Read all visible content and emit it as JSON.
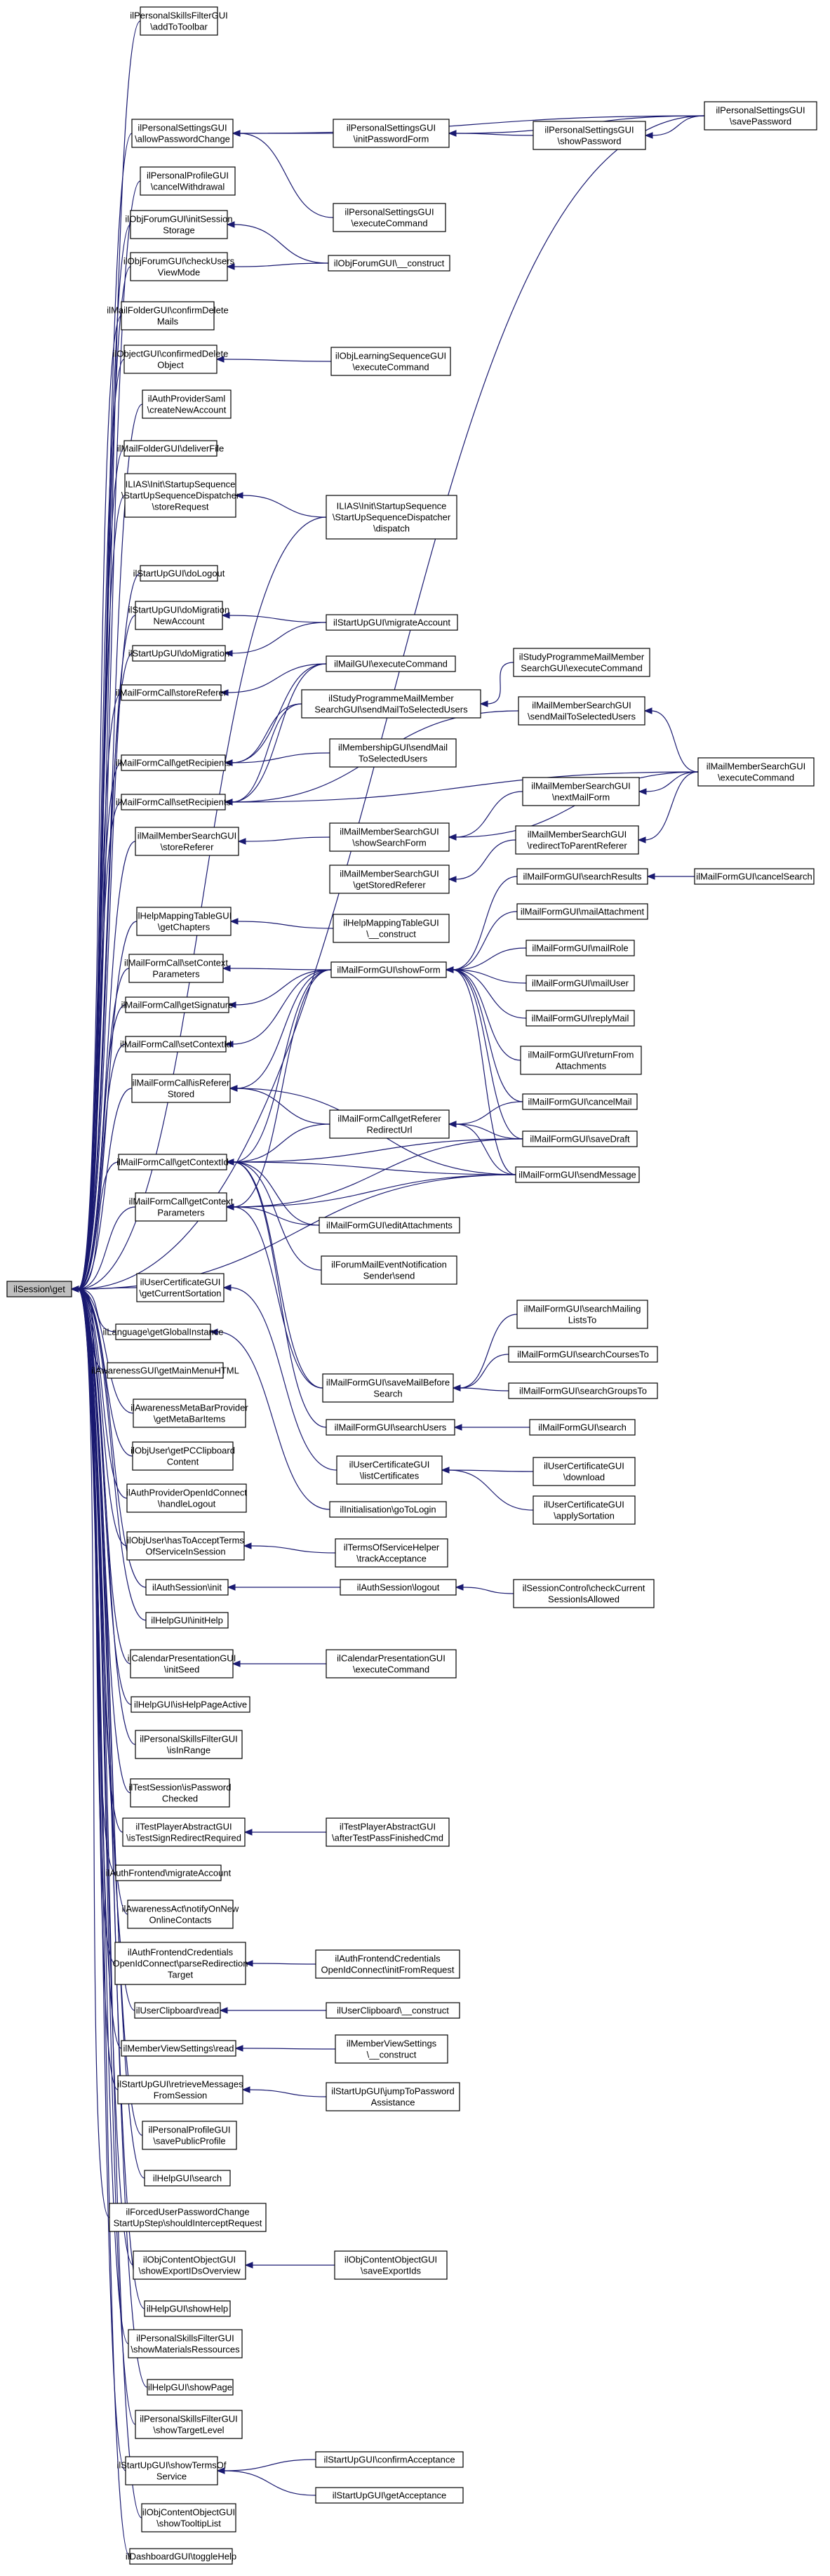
{
  "graph": {
    "root": "ilSession::get",
    "edge_color": "#191970",
    "root_fill": "#bfbfbf",
    "node_fill": "#ffffff",
    "nodes": {
      "root": {
        "text": "ilSession\\get"
      },
      "n01": {
        "text": "ilPersonalSkillsFilterGUI\n\\addToToolbar"
      },
      "n02": {
        "text": "ilPersonalSettingsGUI\n\\allowPasswordChange"
      },
      "n03": {
        "text": "ilPersonalProfileGUI\n\\cancelWithdrawal"
      },
      "n04": {
        "text": "ilObjForumGUI\\initSession\nStorage"
      },
      "n05": {
        "text": "ilObjForumGUI\\checkUsers\nViewMode"
      },
      "n06": {
        "text": "ilMailFolderGUI\\confirmDelete\nMails"
      },
      "n07": {
        "text": "ilObjectGUI\\confirmedDelete\nObject"
      },
      "n08": {
        "text": "ilAuthProviderSaml\n\\createNewAccount"
      },
      "n09": {
        "text": "ilMailFolderGUI\\deliverFile"
      },
      "n10": {
        "text": "ILIAS\\Init\\StartupSequence\n\\StartUpSequenceDispatcher\n\\storeRequest"
      },
      "n11": {
        "text": "ilStartUpGUI\\doLogout"
      },
      "n12": {
        "text": "ilStartUpGUI\\doMigration\nNewAccount"
      },
      "n13": {
        "text": "ilStartUpGUI\\doMigration"
      },
      "n14": {
        "text": "ilMailFormCall\\storeReferer"
      },
      "n15": {
        "text": "ilMailFormCall\\getRecipients"
      },
      "n16": {
        "text": "ilMailFormCall\\setRecipients"
      },
      "n17": {
        "text": "ilMailMemberSearchGUI\n\\storeReferer"
      },
      "n18": {
        "text": "ilHelpMappingTableGUI\n\\getChapters"
      },
      "n19": {
        "text": "ilMailFormCall\\setContext\nParameters"
      },
      "n20": {
        "text": "ilMailFormCall\\getSignature"
      },
      "n21": {
        "text": "ilMailFormCall\\setContextId"
      },
      "n22": {
        "text": "ilMailFormCall\\isReferer\nStored"
      },
      "n23": {
        "text": "ilMailFormCall\\getContextId"
      },
      "n24": {
        "text": "ilMailFormCall\\getContext\nParameters"
      },
      "n25": {
        "text": "ilUserCertificateGUI\n\\getCurrentSortation"
      },
      "n26": {
        "text": "ilLanguage\\getGlobalInstance"
      },
      "n27": {
        "text": "ilAwarenessGUI\\getMainMenuHTML"
      },
      "n28": {
        "text": "ilAwarenessMetaBarProvider\n\\getMetaBarItems"
      },
      "n29": {
        "text": "ilObjUser\\getPCClipboard\nContent"
      },
      "n30": {
        "text": "ilAuthProviderOpenIdConnect\n\\handleLogout"
      },
      "n31": {
        "text": "ilObjUser\\hasToAcceptTerms\nOfServiceInSession"
      },
      "n32": {
        "text": "ilAuthSession\\init"
      },
      "n33": {
        "text": "ilHelpGUI\\initHelp"
      },
      "n34": {
        "text": "ilCalendarPresentationGUI\n\\initSeed"
      },
      "n35": {
        "text": "ilHelpGUI\\isHelpPageActive"
      },
      "n36": {
        "text": "ilPersonalSkillsFilterGUI\n\\isInRange"
      },
      "n37": {
        "text": "ilTestSession\\isPassword\nChecked"
      },
      "n38": {
        "text": "ilTestPlayerAbstractGUI\n\\isTestSignRedirectRequired"
      },
      "n39": {
        "text": "ilAuthFrontend\\migrateAccount"
      },
      "n40": {
        "text": "ilAwarenessAct\\notifyOnNew\nOnlineContacts"
      },
      "n41": {
        "text": "ilAuthFrontendCredentials\nOpenIdConnect\\parseRedirection\nTarget"
      },
      "n42": {
        "text": "ilUserClipboard\\read"
      },
      "n43": {
        "text": "ilMemberViewSettings\\read"
      },
      "n44": {
        "text": "ilStartUpGUI\\retrieveMessages\nFromSession"
      },
      "n45": {
        "text": "ilPersonalProfileGUI\n\\savePublicProfile"
      },
      "n46": {
        "text": "ilHelpGUI\\search"
      },
      "n47": {
        "text": "ilForcedUserPasswordChange\nStartUpStep\\shouldInterceptRequest"
      },
      "n48": {
        "text": "ilObjContentObjectGUI\n\\showExportIDsOverview"
      },
      "n49": {
        "text": "ilHelpGUI\\showHelp"
      },
      "n50": {
        "text": "ilPersonalSkillsFilterGUI\n\\showMaterialsRessources"
      },
      "n51": {
        "text": "ilHelpGUI\\showPage"
      },
      "n52": {
        "text": "ilPersonalSkillsFilterGUI\n\\showTargetLevel"
      },
      "n53": {
        "text": "ilStartUpGUI\\showTermsOf\nService"
      },
      "n54": {
        "text": "ilObjContentObjectGUI\n\\showTooltipList"
      },
      "n55": {
        "text": "ilDashboardGUI\\toggleHelp"
      },
      "m01": {
        "text": "ilPersonalSettingsGUI\n\\initPasswordForm"
      },
      "m02": {
        "text": "ilPersonalSettingsGUI\n\\showPassword"
      },
      "m03": {
        "text": "ilPersonalSettingsGUI\n\\savePassword"
      },
      "m04": {
        "text": "ilPersonalSettingsGUI\n\\executeCommand"
      },
      "m05": {
        "text": "ilObjForumGUI\\__construct"
      },
      "m06": {
        "text": "ilObjLearningSequenceGUI\n\\executeCommand"
      },
      "m07": {
        "text": "ILIAS\\Init\\StartupSequence\n\\StartUpSequenceDispatcher\n\\dispatch"
      },
      "m08": {
        "text": "ilStartUpGUI\\migrateAccount"
      },
      "m09": {
        "text": "ilMailGUI\\executeCommand"
      },
      "m10": {
        "text": "ilStudyProgrammeMailMember\nSearchGUI\\executeCommand"
      },
      "m11": {
        "text": "ilStudyProgrammeMailMember\nSearchGUI\\sendMailToSelectedUsers"
      },
      "m12": {
        "text": "ilMailMemberSearchGUI\n\\sendMailToSelectedUsers"
      },
      "m13": {
        "text": "ilMembershipGUI\\sendMail\nToSelectedUsers"
      },
      "m14": {
        "text": "ilMailMemberSearchGUI\n\\executeCommand"
      },
      "m15": {
        "text": "ilMailMemberSearchGUI\n\\showSearchForm"
      },
      "m16": {
        "text": "ilMailMemberSearchGUI\n\\nextMailForm"
      },
      "m17": {
        "text": "ilMailMemberSearchGUI\n\\getStoredReferer"
      },
      "m18": {
        "text": "ilMailMemberSearchGUI\n\\redirectToParentReferer"
      },
      "m19": {
        "text": "ilHelpMappingTableGUI\n\\__construct"
      },
      "m20": {
        "text": "ilMailFormGUI\\searchResults"
      },
      "m21": {
        "text": "ilMailFormGUI\\cancelSearch"
      },
      "m22": {
        "text": "ilMailFormGUI\\mailAttachment"
      },
      "m23": {
        "text": "ilMailFormGUI\\showForm"
      },
      "m24": {
        "text": "ilMailFormGUI\\mailRole"
      },
      "m25": {
        "text": "ilMailFormGUI\\mailUser"
      },
      "m26": {
        "text": "ilMailFormGUI\\replyMail"
      },
      "m27": {
        "text": "ilMailFormGUI\\returnFrom\nAttachments"
      },
      "m28": {
        "text": "ilMailFormCall\\getReferer\nRedirectUrl"
      },
      "m29": {
        "text": "ilMailFormGUI\\cancelMail"
      },
      "m30": {
        "text": "ilMailFormGUI\\saveDraft"
      },
      "m31": {
        "text": "ilMailFormGUI\\sendMessage"
      },
      "m32": {
        "text": "ilMailFormGUI\\editAttachments"
      },
      "m33": {
        "text": "ilForumMailEventNotification\nSender\\send"
      },
      "m34": {
        "text": "ilMailFormGUI\\searchMailing\nListsTo"
      },
      "m35": {
        "text": "ilMailFormGUI\\saveMailBefore\nSearch"
      },
      "m36": {
        "text": "ilMailFormGUI\\searchCoursesTo"
      },
      "m37": {
        "text": "ilMailFormGUI\\searchGroupsTo"
      },
      "m38": {
        "text": "ilMailFormGUI\\searchUsers"
      },
      "m39": {
        "text": "ilMailFormGUI\\search"
      },
      "m40": {
        "text": "ilUserCertificateGUI\n\\listCertificates"
      },
      "m41": {
        "text": "ilUserCertificateGUI\n\\download"
      },
      "m42": {
        "text": "ilUserCertificateGUI\n\\applySortation"
      },
      "m43": {
        "text": "ilInitialisation\\goToLogin"
      },
      "m44": {
        "text": "ilTermsOfServiceHelper\n\\trackAcceptance"
      },
      "m45": {
        "text": "ilAuthSession\\logout"
      },
      "m46": {
        "text": "ilSessionControl\\checkCurrent\nSessionIsAllowed"
      },
      "m47": {
        "text": "ilCalendarPresentationGUI\n\\executeCommand"
      },
      "m48": {
        "text": "ilTestPlayerAbstractGUI\n\\afterTestPassFinishedCmd"
      },
      "m49": {
        "text": "ilAuthFrontendCredentials\nOpenIdConnect\\initFromRequest"
      },
      "m50": {
        "text": "ilUserClipboard\\__construct"
      },
      "m51": {
        "text": "ilMemberViewSettings\n\\__construct"
      },
      "m52": {
        "text": "ilStartUpGUI\\jumpToPassword\nAssistance"
      },
      "m53": {
        "text": "ilObjContentObjectGUI\n\\saveExportIds"
      },
      "m54": {
        "text": "ilStartUpGUI\\confirmAcceptance"
      },
      "m55": {
        "text": "ilStartUpGUI\\getAcceptance"
      }
    },
    "edges": [
      [
        "root",
        "n01"
      ],
      [
        "root",
        "n02"
      ],
      [
        "root",
        "n03"
      ],
      [
        "root",
        "n04"
      ],
      [
        "root",
        "n05"
      ],
      [
        "root",
        "n06"
      ],
      [
        "root",
        "n07"
      ],
      [
        "root",
        "n08"
      ],
      [
        "root",
        "n09"
      ],
      [
        "root",
        "n10"
      ],
      [
        "root",
        "n11"
      ],
      [
        "root",
        "n12"
      ],
      [
        "root",
        "n13"
      ],
      [
        "root",
        "n14"
      ],
      [
        "root",
        "n15"
      ],
      [
        "root",
        "n16"
      ],
      [
        "root",
        "n17"
      ],
      [
        "root",
        "n18"
      ],
      [
        "root",
        "n19"
      ],
      [
        "root",
        "n20"
      ],
      [
        "root",
        "n21"
      ],
      [
        "root",
        "n22"
      ],
      [
        "root",
        "n23"
      ],
      [
        "root",
        "n24"
      ],
      [
        "root",
        "n25"
      ],
      [
        "root",
        "n26"
      ],
      [
        "root",
        "n27"
      ],
      [
        "root",
        "n28"
      ],
      [
        "root",
        "n29"
      ],
      [
        "root",
        "n30"
      ],
      [
        "root",
        "n31"
      ],
      [
        "root",
        "n32"
      ],
      [
        "root",
        "n33"
      ],
      [
        "root",
        "n34"
      ],
      [
        "root",
        "n35"
      ],
      [
        "root",
        "n36"
      ],
      [
        "root",
        "n37"
      ],
      [
        "root",
        "n38"
      ],
      [
        "root",
        "n39"
      ],
      [
        "root",
        "n40"
      ],
      [
        "root",
        "n41"
      ],
      [
        "root",
        "n42"
      ],
      [
        "root",
        "n43"
      ],
      [
        "root",
        "n44"
      ],
      [
        "root",
        "n45"
      ],
      [
        "root",
        "n46"
      ],
      [
        "root",
        "n47"
      ],
      [
        "root",
        "n48"
      ],
      [
        "root",
        "n49"
      ],
      [
        "root",
        "n50"
      ],
      [
        "root",
        "n51"
      ],
      [
        "root",
        "n52"
      ],
      [
        "root",
        "n53"
      ],
      [
        "root",
        "n54"
      ],
      [
        "root",
        "n55"
      ],
      [
        "root",
        "m03"
      ],
      [
        "root",
        "m07"
      ],
      [
        "root",
        "m31"
      ],
      [
        "n02",
        "m01"
      ],
      [
        "n02",
        "m03"
      ],
      [
        "n02",
        "m04"
      ],
      [
        "m01",
        "m02"
      ],
      [
        "m01",
        "m03"
      ],
      [
        "m02",
        "m03"
      ],
      [
        "n04",
        "m05"
      ],
      [
        "n05",
        "m05"
      ],
      [
        "n07",
        "m06"
      ],
      [
        "n10",
        "m07"
      ],
      [
        "n12",
        "m08"
      ],
      [
        "n13",
        "m08"
      ],
      [
        "n14",
        "m09"
      ],
      [
        "n15",
        "m09"
      ],
      [
        "n15",
        "m11"
      ],
      [
        "n15",
        "m13"
      ],
      [
        "n16",
        "m09"
      ],
      [
        "n16",
        "m11"
      ],
      [
        "n16",
        "m12"
      ],
      [
        "n16",
        "m14"
      ],
      [
        "m11",
        "m10"
      ],
      [
        "m12",
        "m14"
      ],
      [
        "m15",
        "m14"
      ],
      [
        "m16",
        "m14"
      ],
      [
        "m18",
        "m14"
      ],
      [
        "n17",
        "m15"
      ],
      [
        "m15",
        "m16"
      ],
      [
        "m17",
        "m18"
      ],
      [
        "n18",
        "m19"
      ],
      [
        "n19",
        "m23"
      ],
      [
        "n20",
        "m23"
      ],
      [
        "n21",
        "m23"
      ],
      [
        "n22",
        "m23"
      ],
      [
        "n22",
        "m28"
      ],
      [
        "n22",
        "m31"
      ],
      [
        "m23",
        "m20"
      ],
      [
        "m23",
        "m22"
      ],
      [
        "m23",
        "m24"
      ],
      [
        "m23",
        "m25"
      ],
      [
        "m23",
        "m26"
      ],
      [
        "m23",
        "m27"
      ],
      [
        "m23",
        "m29"
      ],
      [
        "m23",
        "m30"
      ],
      [
        "m23",
        "m31"
      ],
      [
        "m20",
        "m21"
      ],
      [
        "m28",
        "m29"
      ],
      [
        "m28",
        "m30"
      ],
      [
        "m28",
        "m31"
      ],
      [
        "n23",
        "m28"
      ],
      [
        "n23",
        "m30"
      ],
      [
        "n23",
        "m31"
      ],
      [
        "n23",
        "m32"
      ],
      [
        "n23",
        "m33"
      ],
      [
        "n23",
        "m35"
      ],
      [
        "n23",
        "m38"
      ],
      [
        "n23",
        "m23"
      ],
      [
        "n24",
        "m23"
      ],
      [
        "n24",
        "m30"
      ],
      [
        "n24",
        "m31"
      ],
      [
        "n24",
        "m32"
      ],
      [
        "n24",
        "m35"
      ],
      [
        "m35",
        "m34"
      ],
      [
        "m35",
        "m36"
      ],
      [
        "m35",
        "m37"
      ],
      [
        "m38",
        "m39"
      ],
      [
        "n25",
        "m40"
      ],
      [
        "m40",
        "m41"
      ],
      [
        "m40",
        "m42"
      ],
      [
        "n26",
        "m43"
      ],
      [
        "n31",
        "m44"
      ],
      [
        "n32",
        "m45"
      ],
      [
        "m45",
        "m46"
      ],
      [
        "n34",
        "m47"
      ],
      [
        "n38",
        "m48"
      ],
      [
        "n41",
        "m49"
      ],
      [
        "n42",
        "m50"
      ],
      [
        "n43",
        "m51"
      ],
      [
        "n44",
        "m52"
      ],
      [
        "n48",
        "m53"
      ],
      [
        "n53",
        "m54"
      ],
      [
        "n53",
        "m55"
      ]
    ]
  }
}
